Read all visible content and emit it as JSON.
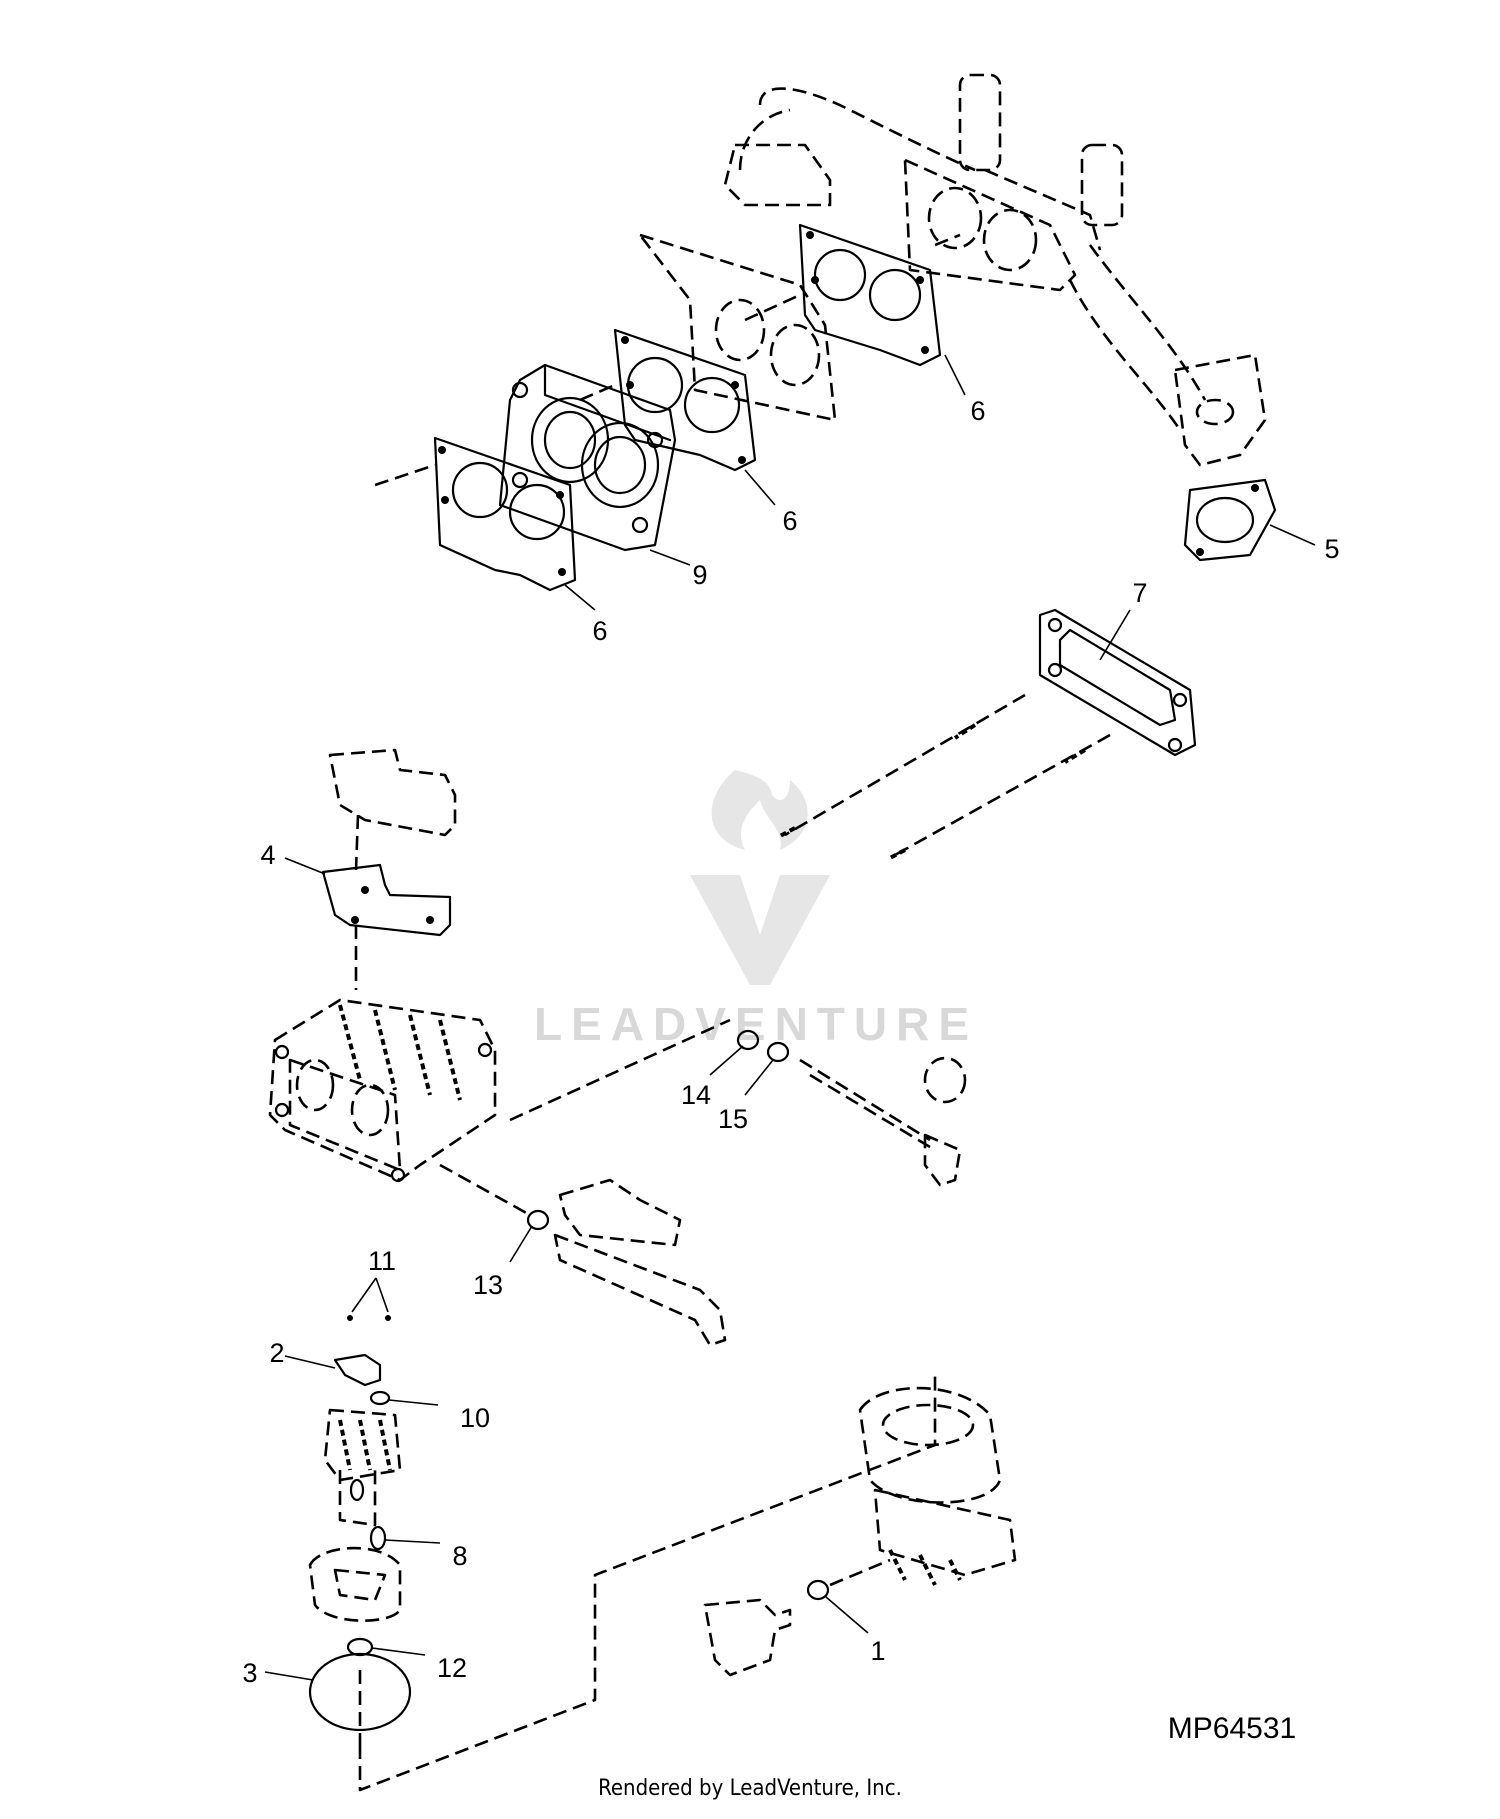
{
  "diagram": {
    "drawing_number": "MP64531",
    "credit": "Rendered by LeadVenture, Inc.",
    "watermark": "LEADVENTURE",
    "callouts": [
      {
        "id": "c6a",
        "label": "6"
      },
      {
        "id": "c6b",
        "label": "6"
      },
      {
        "id": "c6c",
        "label": "6"
      },
      {
        "id": "c9",
        "label": "9"
      },
      {
        "id": "c5",
        "label": "5"
      },
      {
        "id": "c7",
        "label": "7"
      },
      {
        "id": "c4",
        "label": "4"
      },
      {
        "id": "c14",
        "label": "14"
      },
      {
        "id": "c15",
        "label": "15"
      },
      {
        "id": "c13",
        "label": "13"
      },
      {
        "id": "c11",
        "label": "11"
      },
      {
        "id": "c2",
        "label": "2"
      },
      {
        "id": "c10",
        "label": "10"
      },
      {
        "id": "c8",
        "label": "8"
      },
      {
        "id": "c12",
        "label": "12"
      },
      {
        "id": "c3",
        "label": "3"
      },
      {
        "id": "c1",
        "label": "1"
      }
    ]
  }
}
